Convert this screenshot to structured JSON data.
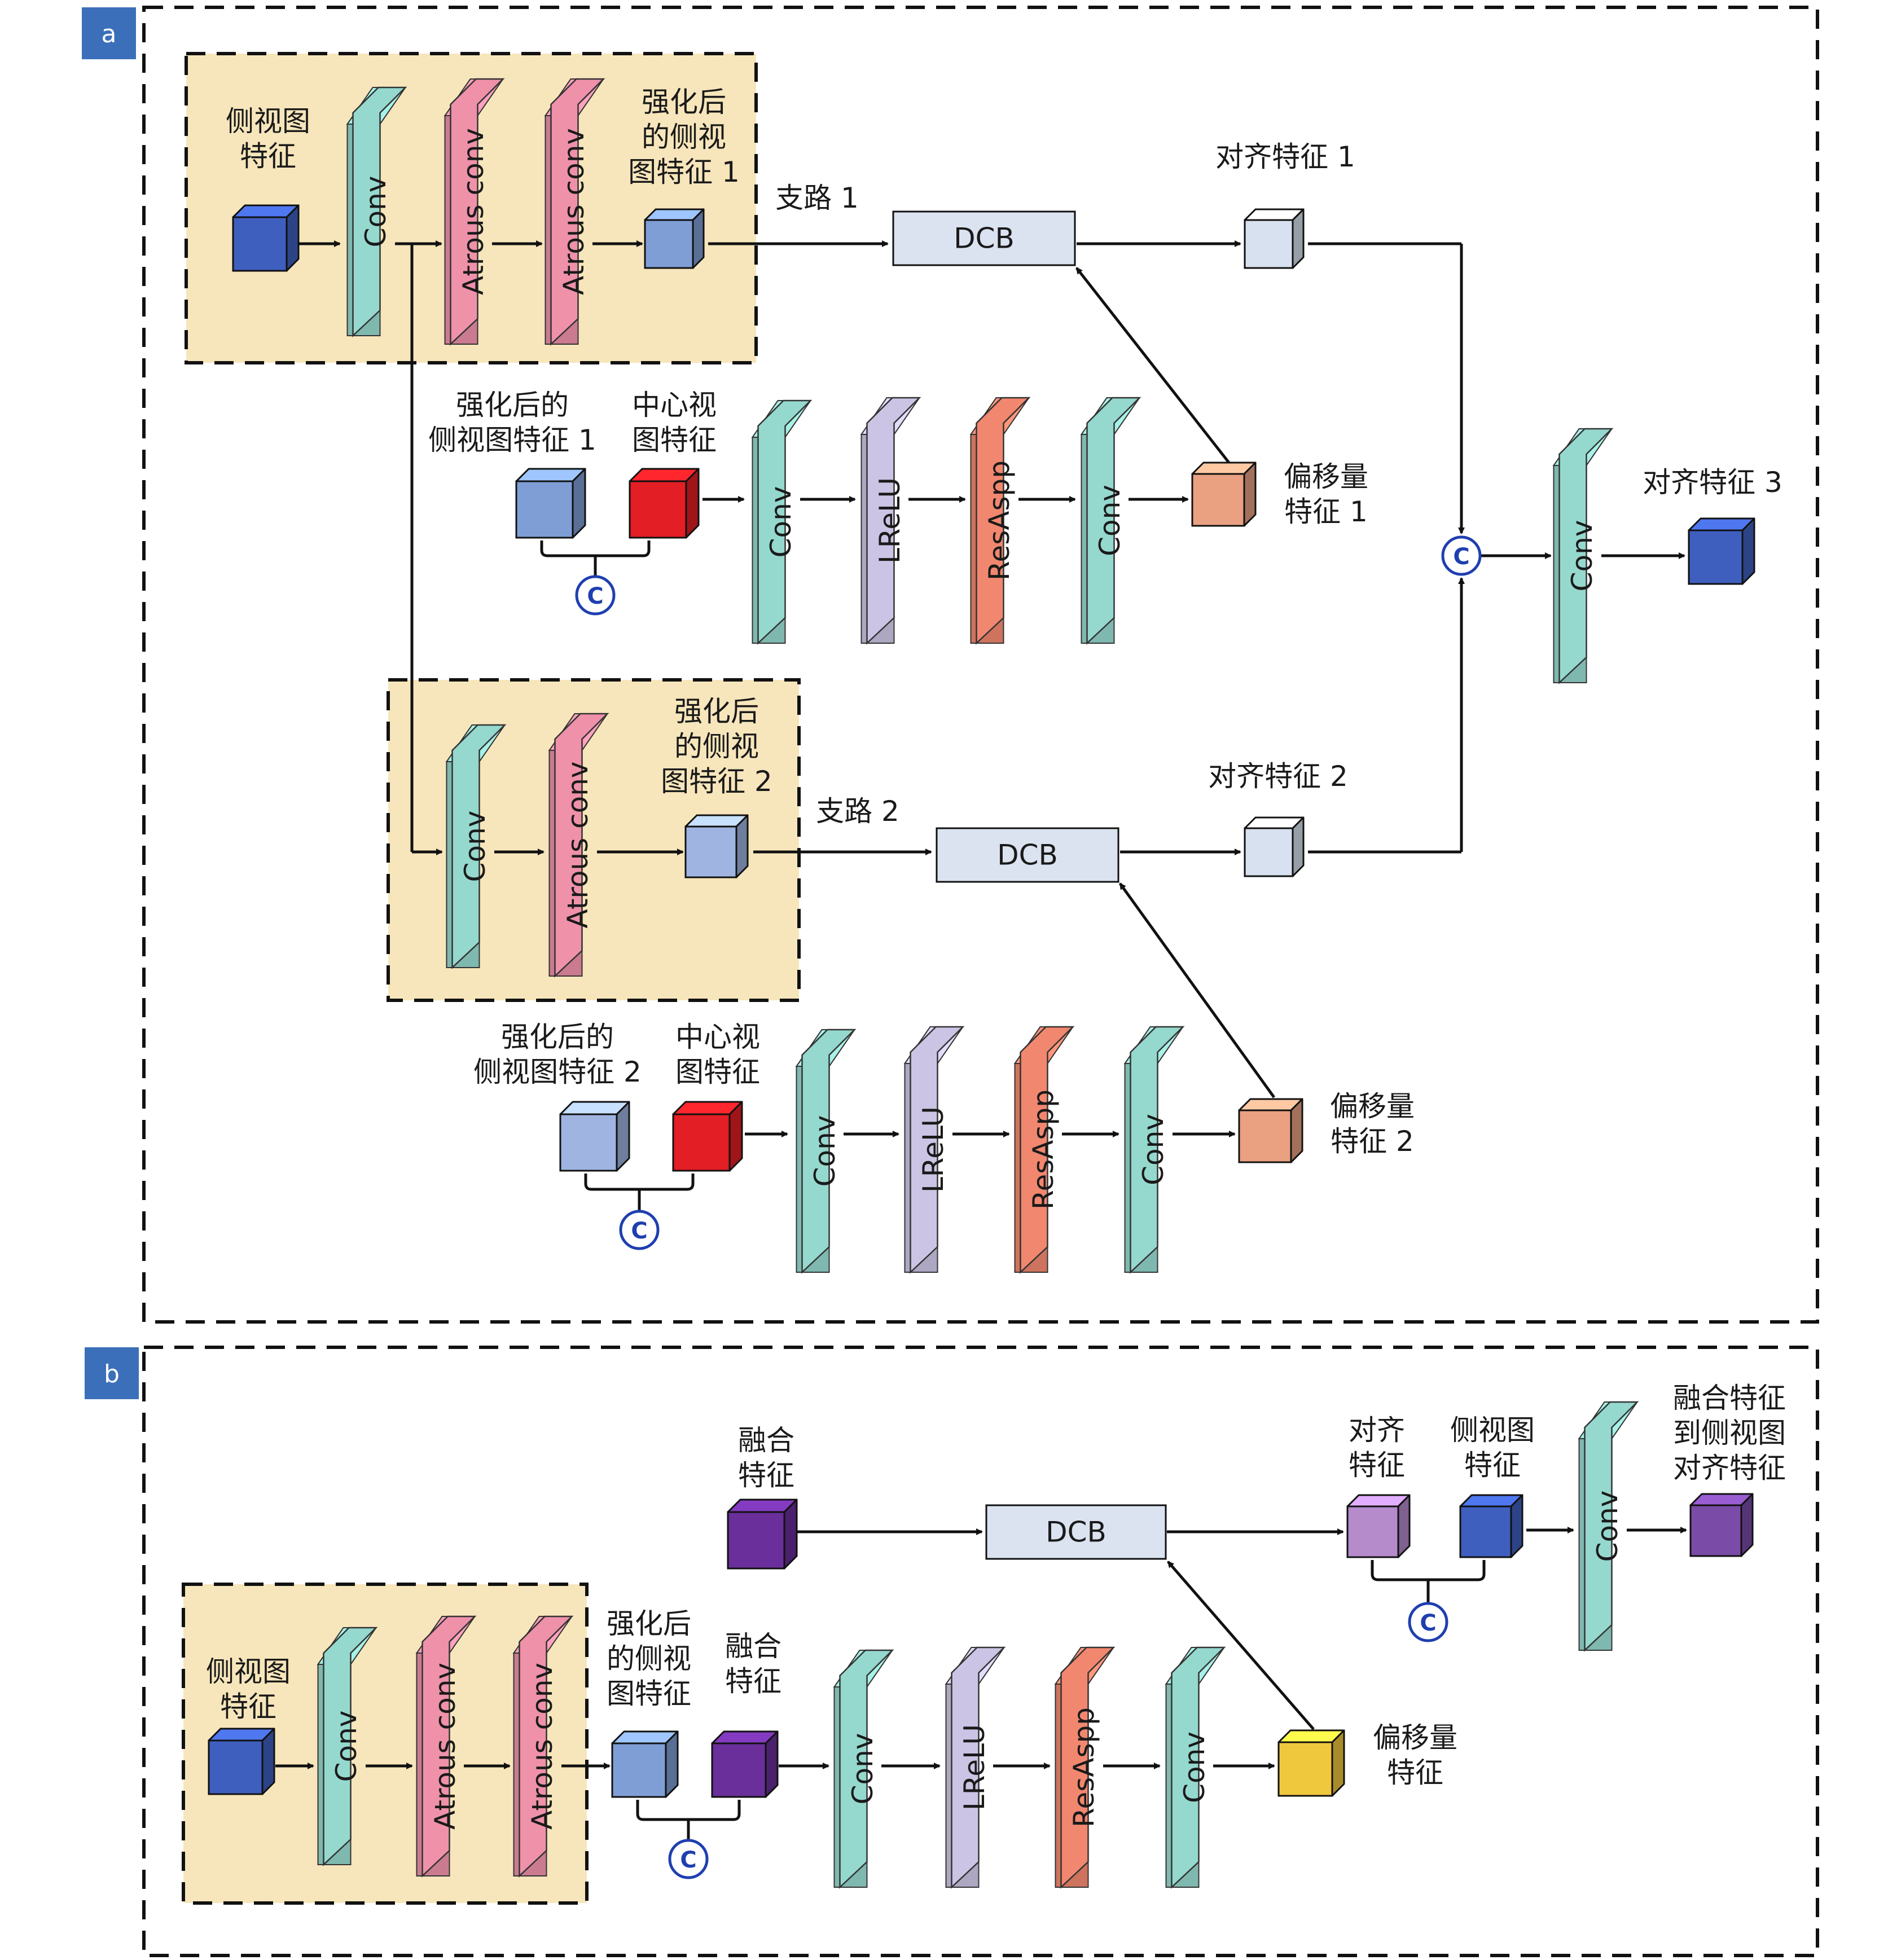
{
  "colors": {
    "yellow_bg": "#f7e6bb",
    "panel_blue": "#3b6fb9",
    "conv": "#95d8ce",
    "atrous": "#ee91a9",
    "lrelu": "#ccc4e4",
    "resaspp": "#f2876f",
    "dcb": "#dbe3f1",
    "cube_dark_blue": "#3f5fbf",
    "cube_mid_blue": "#7f9ed6",
    "cube_light_blue": "#9fb4e0",
    "cube_red": "#e31e24",
    "cube_orange": "#e9a182",
    "cube_pale": "#d7e1ef",
    "cube_purple": "#6a2f9a",
    "cube_lilac": "#b58bcc",
    "cube_violet": "#7b4ba8",
    "cube_yellow": "#f0c83d",
    "c_symbol": "#1f3fb0"
  },
  "panels": {
    "a": "a",
    "b": "b"
  },
  "layers": {
    "conv": "Conv",
    "atrous": "Atrous conv",
    "lrelu": "LReLU",
    "resaspp": "ResAspp",
    "dcb": "DCB"
  },
  "c_symbol": "C",
  "a": {
    "side_feat": [
      "侧视图",
      "特征"
    ],
    "enh1_top": [
      "强化后",
      "的侧视",
      "图特征 1"
    ],
    "branch1": "支路 1",
    "aligned1": "对齐特征 1",
    "enh1_label": [
      "强化后的",
      "侧视图特征 1"
    ],
    "center1": [
      "中心视",
      "图特征"
    ],
    "offset1": [
      "偏移量",
      "特征 1"
    ],
    "aligned3": "对齐特征 3",
    "enh2_top": [
      "强化后",
      "的侧视",
      "图特征 2"
    ],
    "branch2": "支路 2",
    "aligned2": "对齐特征 2",
    "enh2_label": [
      "强化后的",
      "侧视图特征 2"
    ],
    "center2": [
      "中心视",
      "图特征"
    ],
    "offset2": [
      "偏移量",
      "特征 2"
    ]
  },
  "b": {
    "fused": [
      "融合",
      "特征"
    ],
    "aligned": [
      "对齐",
      "特征"
    ],
    "side_feat_top": [
      "侧视图",
      "特征"
    ],
    "output": [
      "融合特征",
      "到侧视图",
      "对齐特征"
    ],
    "side_feat": [
      "侧视图",
      "特征"
    ],
    "enh": [
      "强化后",
      "的侧视",
      "图特征"
    ],
    "fused2": [
      "融合",
      "特征"
    ],
    "offset": [
      "偏移量",
      "特征"
    ]
  }
}
